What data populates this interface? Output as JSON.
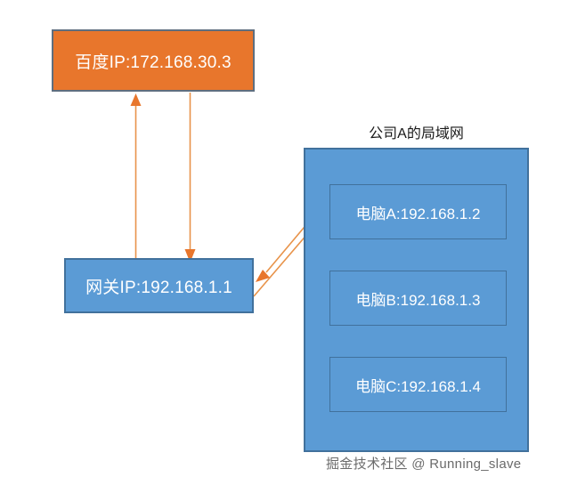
{
  "diagram": {
    "title": "公司A的局域网",
    "nodes": {
      "baidu": {
        "label": "百度IP:172.168.30.3",
        "fill": "#E8762C",
        "border": "#5E6E7F"
      },
      "gateway": {
        "label": "网关IP:192.168.1.1",
        "fill": "#5B9BD5",
        "border": "#41719C"
      },
      "lan_panel": {
        "fill": "#5B9BD5",
        "border": "#41719C"
      }
    },
    "computers": [
      {
        "label": "电脑A:192.168.1.2"
      },
      {
        "label": "电脑B:192.168.1.3"
      },
      {
        "label": "电脑C:192.168.1.4"
      }
    ],
    "connectors": [
      {
        "name": "gateway-to-baidu-uplink",
        "direction": "up",
        "color": "#E8762C"
      },
      {
        "name": "baidu-to-gateway-downlink",
        "direction": "down",
        "color": "#E8762C"
      },
      {
        "name": "gateway-to-pc-a-uplink",
        "direction": "up-right",
        "color": "#E8762C"
      },
      {
        "name": "pc-a-to-gateway-downlink",
        "direction": "down-left",
        "color": "#E8762C"
      }
    ],
    "watermark": "掘金技术社区 @ Running_slave"
  }
}
